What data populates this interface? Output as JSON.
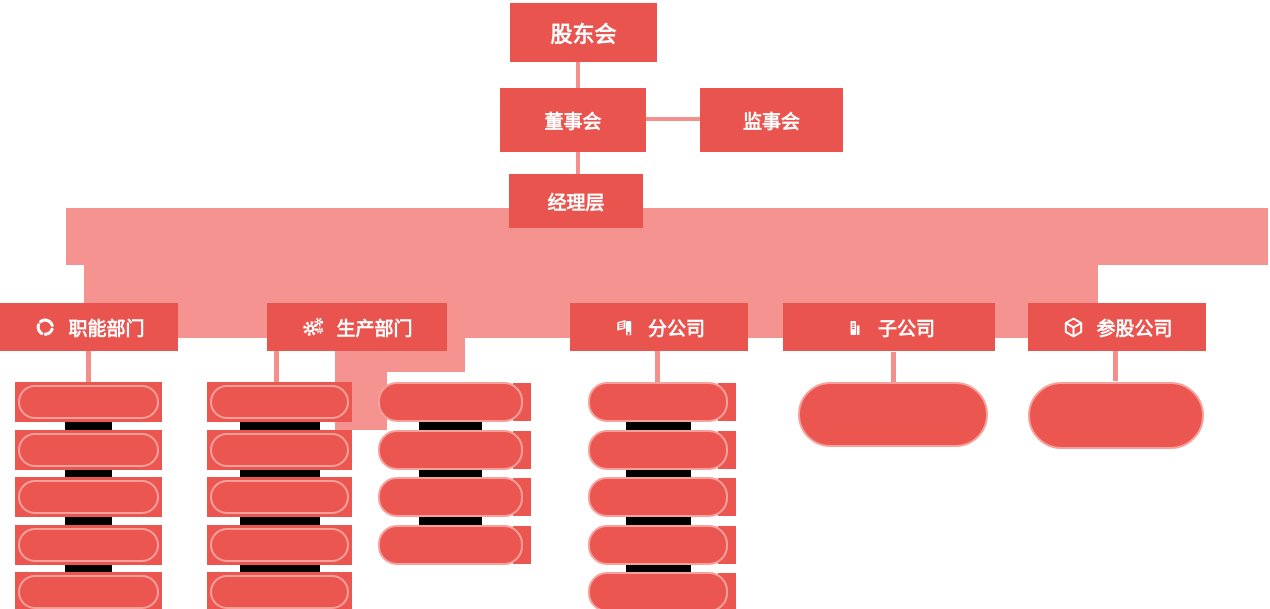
{
  "colors": {
    "node_red": "#EA544F",
    "pill_red": "#EB5651",
    "pill_border": "#F7A19C",
    "band_pink": "#F4938F",
    "line_pink": "#F3908B",
    "divider_black": "#000000",
    "text_white": "#FFFFFF"
  },
  "top_nodes": {
    "shareholders": {
      "label": "股东会"
    },
    "board": {
      "label": "董事会"
    },
    "supervisors": {
      "label": "监事会"
    },
    "management": {
      "label": "经理层"
    }
  },
  "departments": [
    {
      "label": "职能部门",
      "icon": "recycle-icon",
      "groups": [
        {
          "item_count": 5,
          "divider_width": 47
        }
      ]
    },
    {
      "label": "生产部门",
      "icon": "gears-icon",
      "groups": [
        {
          "item_count": 5,
          "divider_width": 80
        },
        {
          "item_count": 4,
          "divider_width": 63
        }
      ]
    },
    {
      "label": "分公司",
      "icon": "branch-building-icon",
      "groups": [
        {
          "item_count": 5,
          "divider_width": 65
        }
      ]
    },
    {
      "label": "子公司",
      "icon": "subsidiary-building-icon",
      "groups": [
        {
          "item_count": 1,
          "divider_width": 0
        }
      ]
    },
    {
      "label": "参股公司",
      "icon": "cube-icon",
      "groups": [
        {
          "item_count": 1,
          "divider_width": 0
        }
      ]
    }
  ]
}
